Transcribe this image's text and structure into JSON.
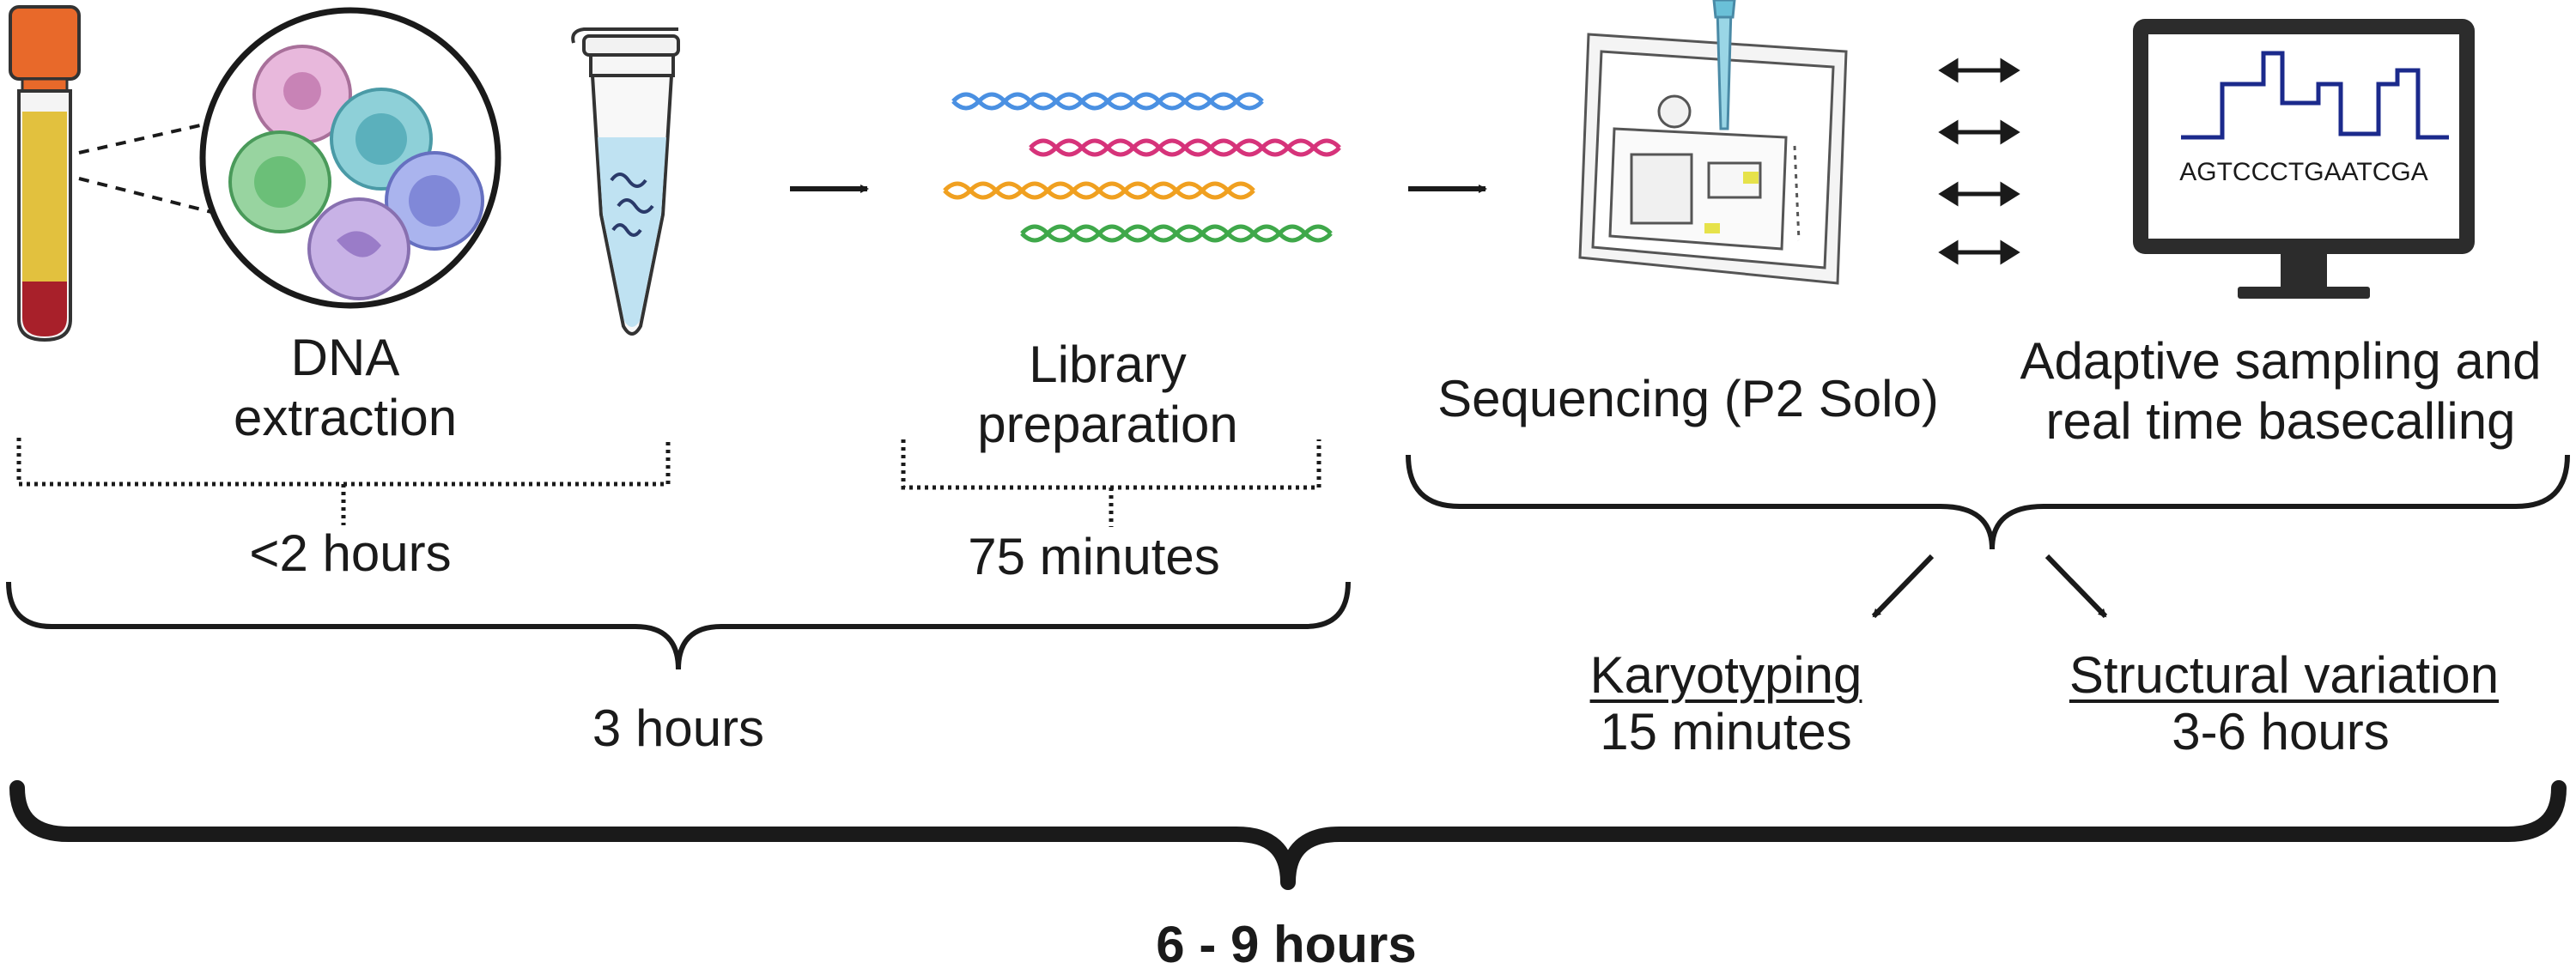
{
  "steps": {
    "dna_extraction": "DNA extraction",
    "library_preparation": "Library preparation",
    "sequencing": "Sequencing (P2 Solo)",
    "adaptive_sampling": "Adaptive sampling and real time basecalling"
  },
  "durations": {
    "extraction": "<2 hours",
    "library": "75 minutes",
    "wet_lab_total": "3 hours",
    "overall_total": "6 - 9 hours"
  },
  "analyses": {
    "karyotyping": {
      "title": "Karyotyping",
      "time": "15 minutes"
    },
    "structural_variation": {
      "title": "Structural variation",
      "time": "3-6 hours"
    }
  },
  "monitor_sequence": "AGTCCCTGAATCGA",
  "icons": [
    "blood-tube-icon",
    "blood-cells-icon",
    "microtube-icon",
    "dna-strands-icon",
    "flow-cell-device-icon",
    "computer-monitor-icon"
  ],
  "colors": {
    "text": "#1a1a1a",
    "tube_cap": "#e8692a",
    "plasma": "#e2c13e",
    "blood": "#a8202a",
    "monitor_trace": "#1b2a8c",
    "dna": [
      "#4a90e2",
      "#d6337a",
      "#f0a020",
      "#3fa84a"
    ]
  }
}
